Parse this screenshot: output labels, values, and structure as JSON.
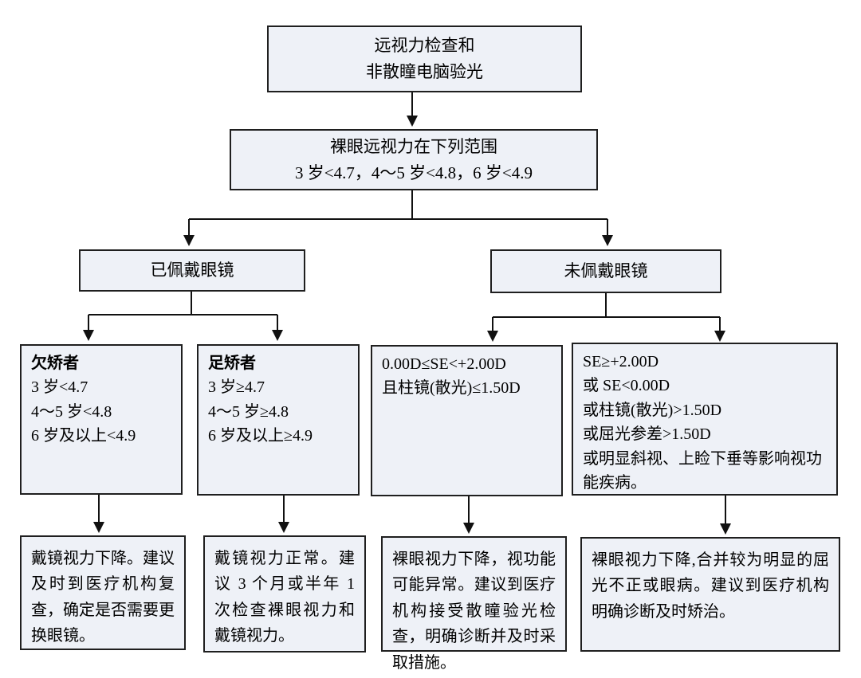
{
  "diagram_type": "flowchart",
  "colors": {
    "background": "#ffffff",
    "box_fill": "#eef1f7",
    "box_border": "#1f1f1f",
    "arrow": "#111111",
    "text": "#000000"
  },
  "nodes": {
    "screening": {
      "line1": "远视力检查和",
      "line2": "非散瞳电脑验光"
    },
    "range": {
      "line1": "裸眼远视力在下列范围",
      "line2": "3 岁<4.7，4～5 岁<4.8，6 岁<4.9"
    },
    "worn_glasses": {
      "label": "已佩戴眼镜"
    },
    "no_glasses": {
      "label": "未佩戴眼镜"
    },
    "under_corrected": {
      "title": "欠矫者",
      "line1": "3 岁<4.7",
      "line2": "4～5 岁<4.8",
      "line3": "6 岁及以上<4.9"
    },
    "fully_corrected": {
      "title": "足矫者",
      "line1": "3 岁≥4.7",
      "line2": "4～5 岁≥4.8",
      "line3": "6 岁及以上≥4.9"
    },
    "refraction_normal": {
      "line1": "0.00D≤SE<+2.00D",
      "line2": "且柱镜(散光)≤1.50D"
    },
    "refraction_abnormal": {
      "line1": "SE≥+2.00D",
      "line2": "或 SE<0.00D",
      "line3": "或柱镜(散光)>1.50D",
      "line4": "或屈光参差>1.50D",
      "line5": "或明显斜视、上睑下垂等影响视功能疾病。"
    },
    "advice_recheck": {
      "text": "戴镜视力下降。建议及时到医疗机构复查，确定是否需要更换眼镜。"
    },
    "advice_periodic": {
      "text": "戴镜视力正常。建议 3 个月或半年 1 次检查裸眼视力和戴镜视力。"
    },
    "advice_mydriatic": {
      "text": "裸眼视力下降，视功能可能异常。建议到医疗机构接受散瞳验光检查，明确诊断并及时采取措施。"
    },
    "advice_treat": {
      "text": "裸眼视力下降,合并较为明显的屈光不正或眼病。建议到医疗机构明确诊断及时矫治。"
    }
  },
  "edges": [
    "screening -> range",
    "range -> worn_glasses",
    "range -> no_glasses",
    "worn_glasses -> under_corrected",
    "worn_glasses -> fully_corrected",
    "no_glasses -> refraction_normal",
    "no_glasses -> refraction_abnormal",
    "under_corrected -> advice_recheck",
    "fully_corrected -> advice_periodic",
    "refraction_normal -> advice_mydriatic",
    "refraction_abnormal -> advice_treat"
  ]
}
